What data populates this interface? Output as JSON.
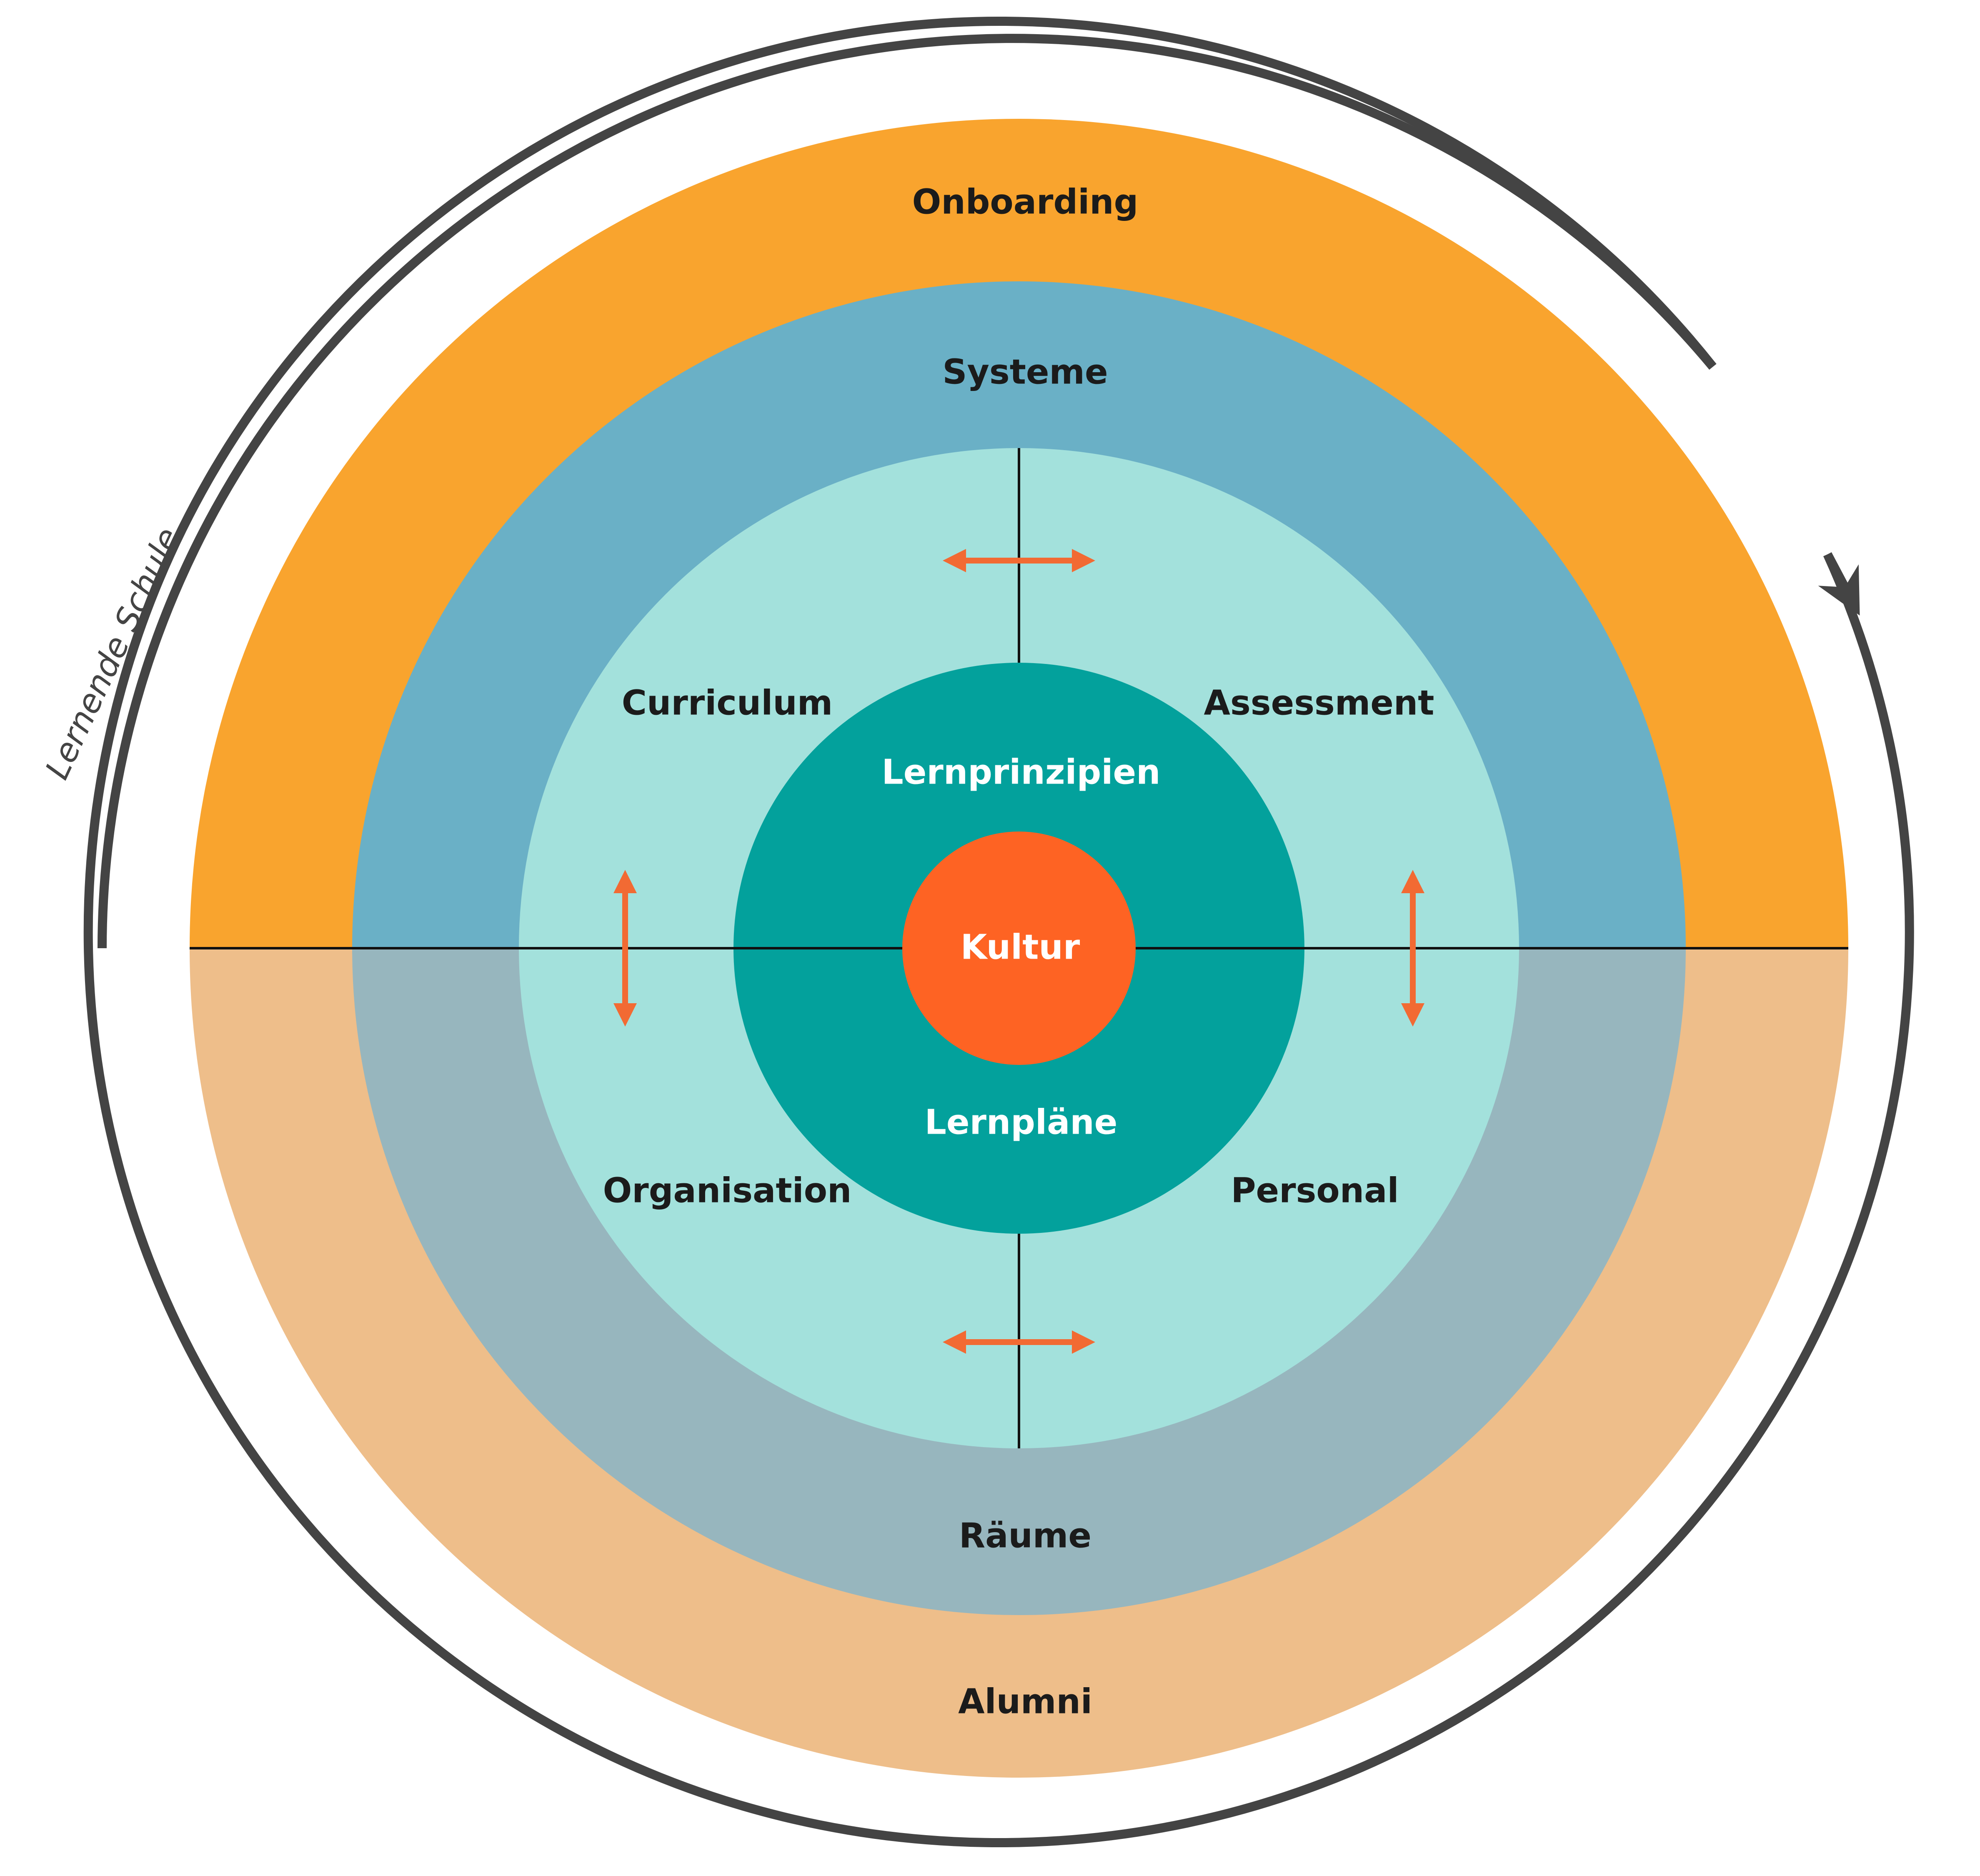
{
  "colors": {
    "onboarding": "#F9A42E",
    "alumni": "#EEBE8A",
    "systeme": "#6AB0C6",
    "raeume": "#97B6BE",
    "inner_ring": "#A3E1DC",
    "core_ring": "#03A19C",
    "kultur": "#FE6323",
    "divider": "#111111",
    "arrow": "#F26A33",
    "loop": "#444444"
  },
  "rings": {
    "onboarding": "Onboarding",
    "alumni": "Alumni",
    "systeme": "Systeme",
    "raeume": "Räume"
  },
  "quadrants": {
    "curriculum": "Curriculum",
    "assessment": "Assessment",
    "organisation": "Organisation",
    "personal": "Personal"
  },
  "core": {
    "lernprinzipien": "Lernprinzipien",
    "lernplaene": "Lernpläne",
    "kultur": "Kultur"
  },
  "loop_label": "Lernende Schule"
}
